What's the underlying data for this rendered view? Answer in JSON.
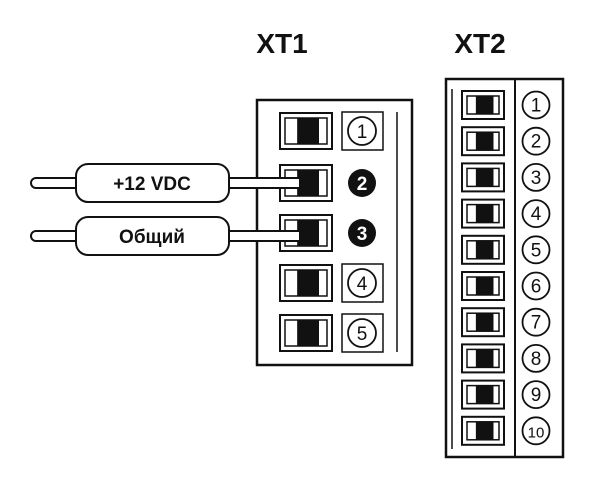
{
  "xt1": {
    "title": "XT1",
    "terminals": [
      {
        "number": "1",
        "highlighted": false
      },
      {
        "number": "2",
        "highlighted": true
      },
      {
        "number": "3",
        "highlighted": true
      },
      {
        "number": "4",
        "highlighted": false
      },
      {
        "number": "5",
        "highlighted": false
      }
    ]
  },
  "xt2": {
    "title": "XT2",
    "terminals": [
      "1",
      "2",
      "3",
      "4",
      "5",
      "6",
      "7",
      "8",
      "9",
      "10"
    ]
  },
  "wires": [
    {
      "label": "+12 VDC",
      "terminal": "2"
    },
    {
      "label": "Общий",
      "terminal": "3"
    }
  ],
  "colors": {
    "stroke": "#111111",
    "fill": "#ffffff",
    "highlight": "#111111"
  }
}
